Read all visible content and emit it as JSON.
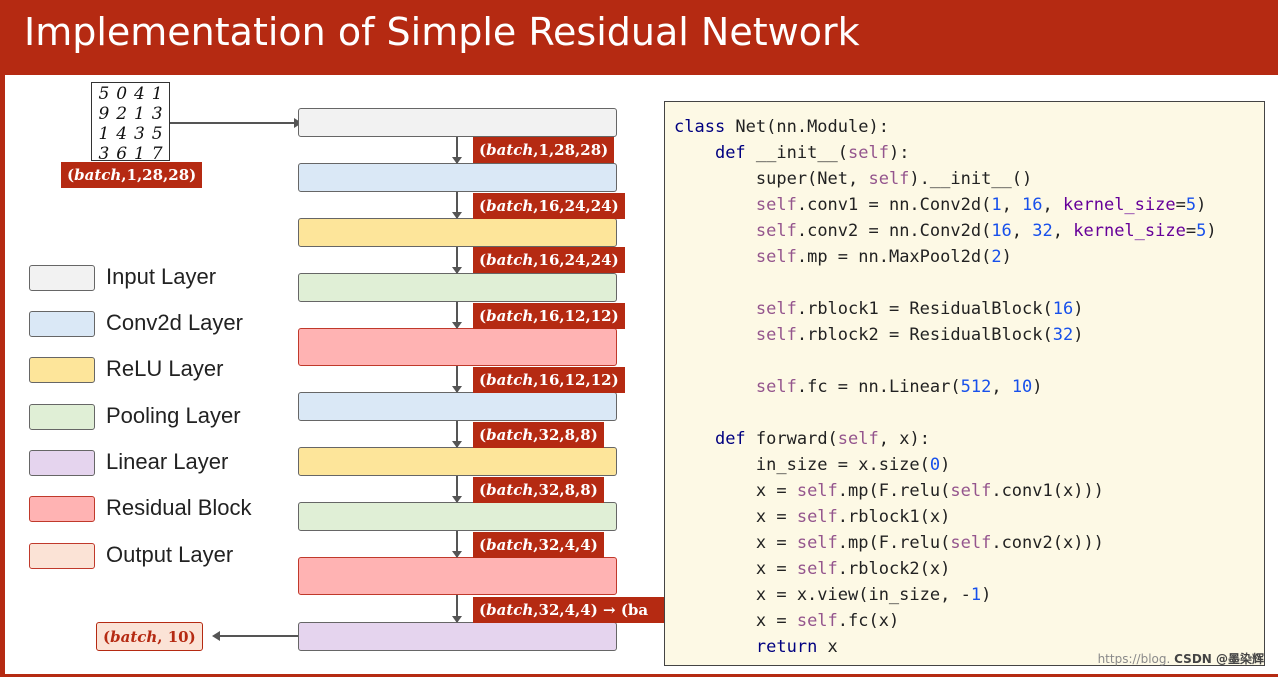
{
  "title": "Implementation of Simple Residual Network",
  "digits": [
    "5",
    "0",
    "4",
    "1",
    "9",
    "2",
    "1",
    "3",
    "1",
    "4",
    "3",
    "5",
    "3",
    "6",
    "1",
    "7"
  ],
  "input_shape": {
    "batch": "batch",
    "dims": ",1,28,28)"
  },
  "output_shape": {
    "batch": "batch",
    "dims": ", 10)"
  },
  "shapes": [
    {
      "batch": "batch",
      "dims": ",1,28,28)"
    },
    {
      "batch": "batch",
      "dims": ",16,24,24)"
    },
    {
      "batch": "batch",
      "dims": ",16,24,24)"
    },
    {
      "batch": "batch",
      "dims": ",16,12,12)"
    },
    {
      "batch": "batch",
      "dims": ",16,12,12)"
    },
    {
      "batch": "batch",
      "dims": ",32,8,8)"
    },
    {
      "batch": "batch",
      "dims": ",32,8,8)"
    },
    {
      "batch": "batch",
      "dims": ",32,4,4)"
    },
    {
      "batch": "batch",
      "dims": ",32,4,4) → (ba"
    }
  ],
  "legend": [
    {
      "label": "Input Layer",
      "color": "#f2f2f2"
    },
    {
      "label": "Conv2d Layer",
      "color": "#dae8f6"
    },
    {
      "label": "ReLU Layer",
      "color": "#fde59a"
    },
    {
      "label": "Pooling Layer",
      "color": "#e0efd6"
    },
    {
      "label": "Linear Layer",
      "color": "#e5d4ee"
    },
    {
      "label": "Residual Block",
      "color": "#ffb3b3"
    },
    {
      "label": "Output Layer",
      "color": "#fbe3d6"
    }
  ],
  "code": {
    "l1": "class Net(nn.Module):",
    "l2": "    def __init__(self):",
    "l3": "        super(Net, self).__init__()",
    "l4": "        self.conv1 = nn.Conv2d(1, 16, kernel_size=5)",
    "l5": "        self.conv2 = nn.Conv2d(16, 32, kernel_size=5)",
    "l6": "        self.mp = nn.MaxPool2d(2)",
    "l7": "        self.rblock1 = ResidualBlock(16)",
    "l8": "        self.rblock2 = ResidualBlock(32)",
    "l9": "        self.fc = nn.Linear(512, 10)",
    "l10": "    def forward(self, x):",
    "l11": "        in_size = x.size(0)",
    "l12": "        x = self.mp(F.relu(self.conv1(x)))",
    "l13": "        x = self.rblock1(x)",
    "l14": "        x = self.mp(F.relu(self.conv2(x)))",
    "l15": "        x = self.rblock2(x)",
    "l16": "        x = x.view(in_size, -1)",
    "l17": "        x = self.fc(x)",
    "l18": "        return x"
  },
  "watermark": {
    "url": "https://blog.",
    "brand": "CSDN @墨染辉"
  }
}
